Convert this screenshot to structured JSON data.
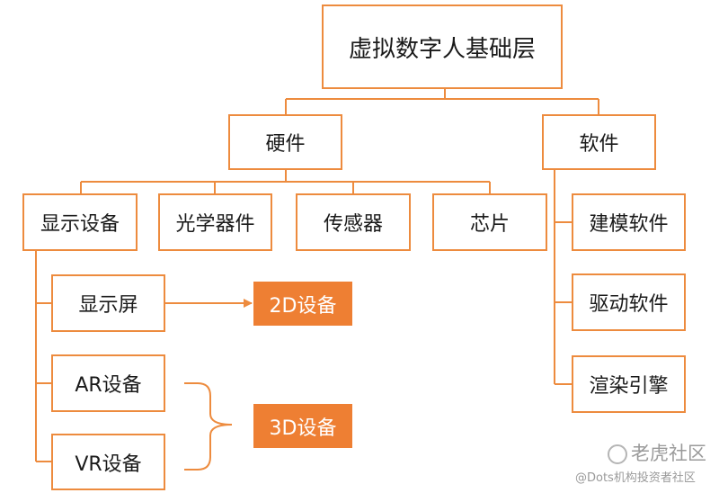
{
  "colors": {
    "line": "#ED8B3E",
    "box_border": "#ED8B3E",
    "highlight_fill": "#EE7F33",
    "highlight_text": "#FFFFFF",
    "text": "#1A1A1A",
    "watermark": "#9A9A9A"
  },
  "nodes": {
    "root": "虚拟数字人基础层",
    "hardware": "硬件",
    "software": "软件",
    "display_device": "显示设备",
    "optical_device": "光学器件",
    "sensor": "传感器",
    "chip": "芯片",
    "modeling_software": "建模软件",
    "driver_software": "驱动软件",
    "rendering_engine": "渲染引擎",
    "display_screen": "显示屏",
    "ar_device": "AR设备",
    "vr_device": "VR设备",
    "device_2d": "2D设备",
    "device_3d": "3D设备"
  },
  "watermark": {
    "brand": "老虎社区",
    "handle": "@Dots机构投资者社区"
  }
}
